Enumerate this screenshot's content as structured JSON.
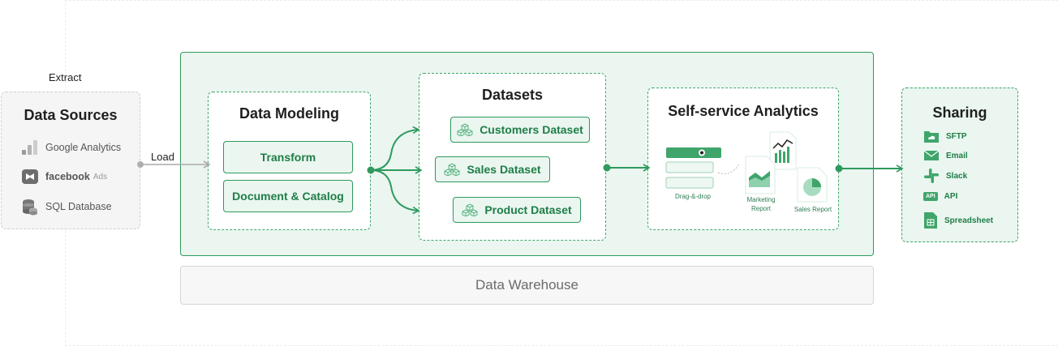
{
  "labels": {
    "extract": "Extract",
    "load": "Load",
    "data_warehouse": "Data Warehouse"
  },
  "data_sources": {
    "title": "Data Sources",
    "items": [
      "Google Analytics",
      "facebook",
      "Ads",
      "SQL Database"
    ]
  },
  "data_modeling": {
    "title": "Data Modeling",
    "steps": [
      "Transform",
      "Document & Catalog"
    ]
  },
  "datasets": {
    "title": "Datasets",
    "items": [
      "Customers Dataset",
      "Sales Dataset",
      "Product Dataset"
    ]
  },
  "analytics": {
    "title": "Self-service Analytics",
    "drag_drop": "Drag-&-drop",
    "marketing_report": [
      "Marketing",
      "Report"
    ],
    "sales_report": "Sales Report"
  },
  "sharing": {
    "title": "Sharing",
    "items": [
      "SFTP",
      "Email",
      "Slack",
      "API",
      "Spreadsheet"
    ],
    "api_badge": "API"
  },
  "colors": {
    "accent": "#2e9a5e",
    "accent_light": "#eaf6ef",
    "text_green": "#1f7d48"
  }
}
